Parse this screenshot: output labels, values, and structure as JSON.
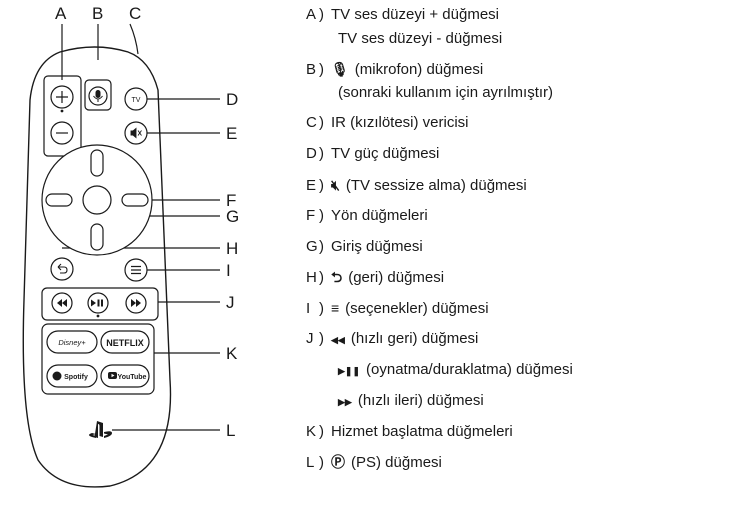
{
  "callout_letters": {
    "A": "A",
    "B": "B",
    "C": "C",
    "D": "D",
    "E": "E",
    "F": "F",
    "G": "G",
    "H": "H",
    "I": "I",
    "J": "J",
    "K": "K",
    "L": "L"
  },
  "remote_buttons": {
    "tv": "TV",
    "netflix": "NETFLIX",
    "spotify": "Spotify",
    "youtube": "YouTube",
    "disney": "Disney+"
  },
  "legend": [
    {
      "letter": "A",
      "close": ")",
      "lines": [
        "TV ses düzeyi + düğmesi",
        "TV ses düzeyi - düğmesi"
      ]
    },
    {
      "letter": "B",
      "close": ")",
      "symbol": "microphone-icon",
      "lines": [
        "(mikrofon) düğmesi",
        "(sonraki kullanım için ayrılmıştır)"
      ]
    },
    {
      "letter": "C",
      "close": ")",
      "lines": [
        "IR (kızılötesi) vericisi"
      ]
    },
    {
      "letter": "D",
      "close": ")",
      "lines": [
        "TV güç düğmesi"
      ]
    },
    {
      "letter": "E",
      "close": ")",
      "symbol": "mute-icon",
      "lines": [
        "(TV sessize alma) düğmesi"
      ]
    },
    {
      "letter": "F",
      "close": ")",
      "lines": [
        "Yön düğmeleri"
      ]
    },
    {
      "letter": "G",
      "close": ")",
      "lines": [
        "Giriş düğmesi"
      ]
    },
    {
      "letter": "H",
      "close": ")",
      "symbol": "back-arrow-icon",
      "lines": [
        "(geri) düğmesi"
      ]
    },
    {
      "letter": "I",
      "close": ")",
      "symbol": "options-icon",
      "lines": [
        "(seçenekler) düğmesi"
      ]
    },
    {
      "letter": "J",
      "close": ")",
      "symbol": "rewind-icon",
      "lines": [
        "(hızlı geri) düğmesi"
      ]
    },
    {
      "letter": "",
      "close": "",
      "symbol": "play-pause-icon",
      "lines": [
        "(oynatma/duraklatma) düğmesi"
      ]
    },
    {
      "letter": "",
      "close": "",
      "symbol": "fast-forward-icon",
      "lines": [
        "(hızlı ileri) düğmesi"
      ]
    },
    {
      "letter": "K",
      "close": ")",
      "lines": [
        "Hizmet başlatma düğmeleri"
      ]
    },
    {
      "letter": "L",
      "close": ")",
      "symbol": "ps-logo-icon",
      "lines": [
        "(PS) düğmesi"
      ]
    }
  ]
}
